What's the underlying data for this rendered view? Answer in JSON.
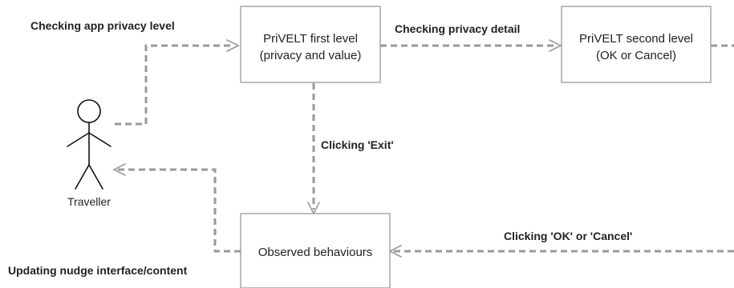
{
  "nodes": {
    "first_level": {
      "line1": "PriVELT first level",
      "line2": "(privacy and value)"
    },
    "second_level": {
      "line1": "PriVELT second level",
      "line2": "(OK or Cancel)"
    },
    "observed": {
      "label": "Observed behaviours"
    },
    "actor": {
      "label": "Traveller"
    }
  },
  "edge_labels": {
    "check_app_privacy": "Checking app privacy level",
    "check_privacy_detail": "Checking privacy detail",
    "clicking_exit": "Clicking 'Exit'",
    "clicking_ok_cancel": "Clicking 'OK' or 'Cancel'",
    "updating_nudge": "Updating nudge interface/content"
  },
  "colors": {
    "box_stroke": "#999999",
    "edge": "#999999",
    "text": "#222222",
    "actor": "#111111"
  }
}
